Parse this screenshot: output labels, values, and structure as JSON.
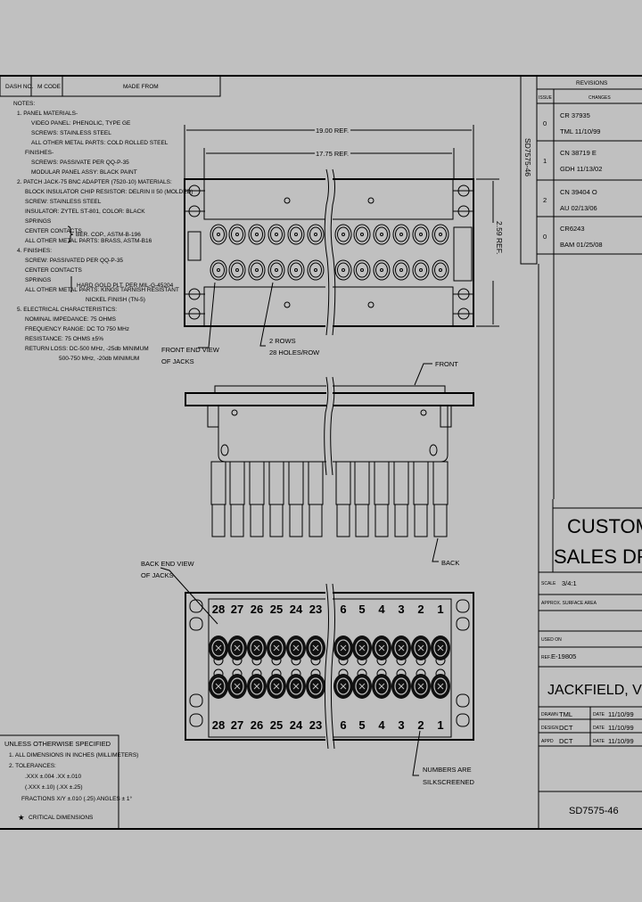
{
  "header": {
    "dash_no": "DASH NO.",
    "m_code": "M CODE",
    "made_from": "MADE FROM"
  },
  "notes": [
    {
      "text": "NOTES:",
      "indent": 0
    },
    {
      "text": "1. PANEL MATERIALS-",
      "indent": 1
    },
    {
      "text": "VIDEO PANEL: PHENOLIC, TYPE GE",
      "indent": 3
    },
    {
      "text": "SCREWS: STAINLESS STEEL",
      "indent": 3
    },
    {
      "text": "ALL OTHER METAL PARTS: COLD ROLLED STEEL",
      "indent": 3
    },
    {
      "text": "FINISHES-",
      "indent": 2
    },
    {
      "text": "SCREWS: PASSIVATE PER QQ-P-35",
      "indent": 3
    },
    {
      "text": "MODULAR PANEL ASSY: BLACK PAINT",
      "indent": 3
    },
    {
      "text": "2. PATCH JACK-75 BNC ADAPTER (7520-10) MATERIALS:",
      "indent": 1
    },
    {
      "text": "BLOCK INSULATOR CHIP RESISTOR: DELRIN II 50 (MOLDED)",
      "indent": 2
    },
    {
      "text": "SCREW: STAINLESS STEEL",
      "indent": 2
    },
    {
      "text": "INSULATOR: ZYTEL ST-801, COLOR: BLACK",
      "indent": 2
    },
    {
      "text": "SPRINGS",
      "indent": 2
    },
    {
      "text": "CENTER CONTACTS",
      "indent": 2
    },
    {
      "text": "ALL OTHER METAL PARTS: BRASS, ASTM-B16",
      "indent": 2
    },
    {
      "text": "4. FINISHES:",
      "indent": 1
    },
    {
      "text": "SCREW: PASSIVATED PER QQ-P-35",
      "indent": 2
    },
    {
      "text": "CENTER CONTACTS",
      "indent": 2
    },
    {
      "text": "SPRINGS",
      "indent": 2
    },
    {
      "text": "ALL OTHER METAL PARTS: KINGS TARNISH RESISTANT",
      "indent": 2
    },
    {
      "text": "NICKEL FINISH (TN-5)",
      "indent": 4
    },
    {
      "text": "5. ELECTRICAL CHARACTERISTICS:",
      "indent": 1
    },
    {
      "text": "NOMINAL IMPEDANCE: 75 OHMS",
      "indent": 2
    },
    {
      "text": "FREQUENCY RANGE: DC TO 750 MHz",
      "indent": 2
    },
    {
      "text": "RESISTANCE: 75 OHMS ±5%",
      "indent": 2
    },
    {
      "text": "RETURN LOSS: DC-500 MHz, -25db MINIMUM",
      "indent": 2
    },
    {
      "text": "500-750 MHz, -20db MINIMUM",
      "indent": 5
    }
  ],
  "note_braces": {
    "material_springs_contacts": "BER. COP., ASTM-B-196",
    "finish_springs_contacts": "HARD GOLD PLT. PER MIL-G-45204"
  },
  "tolerances": {
    "title": "UNLESS OTHERWISE SPECIFIED",
    "line1": "1.  ALL DIMENSIONS IN INCHES (MILLIMETERS)",
    "line2": "2.  TOLERANCES:",
    "line3": ".XXX ±.004      .XX ±.010",
    "line4": "(.XXX ±.10)   (.XX ±.25)",
    "line5": "FRACTIONS X/Y ±.010 (.25)      ANGLES ± 1°",
    "critical": "CRITICAL DIMENSIONS"
  },
  "drawing": {
    "dim_overall": "19.00 REF.",
    "dim_inner": "17.75 REF.",
    "dim_height": "2.59 REF.",
    "front_view_label": [
      "FRONT END VIEW",
      "OF JACKS"
    ],
    "rows_label": [
      "2 ROWS",
      "28 HOLES/ROW"
    ],
    "front_label": "FRONT",
    "back_label": "BACK",
    "back_view_label": [
      "BACK END VIEW",
      "OF JACKS"
    ],
    "silkscreen_label": [
      "NUMBERS ARE",
      "SILKSCREENED"
    ],
    "jack_numbers": [
      "28",
      "27",
      "26",
      "25",
      "24",
      "23",
      "6",
      "5",
      "4",
      "3",
      "2",
      "1"
    ]
  },
  "side_drawing_number": "SD7575-46",
  "revisions": {
    "title": "REVISIONS",
    "col_issue": "ISSUE",
    "col_changes": "CHANGES",
    "rows": [
      {
        "issue": "0",
        "change": "CR  37935",
        "by": "TML  11/10/99"
      },
      {
        "issue": "1",
        "change": "CN  38719  E",
        "by": "GDH  11/13/02"
      },
      {
        "issue": "2",
        "change": "CN  39404  O",
        "by": "AU   02/13/06"
      },
      {
        "issue": "0",
        "change": "CR6243",
        "by": "BAM  01/25/08"
      }
    ]
  },
  "title_block": {
    "customer_line1": "CUSTOMER",
    "customer_line2": "SALES DRAW",
    "scale_label": "SCALE",
    "scale": "3/4:1",
    "area_label": "APPROX. SURFACE AREA",
    "used_on_label": "USED ON",
    "ref_label": "REF.",
    "ref": "E-19805",
    "title": "JACKFIELD, VIDEO",
    "drawn_label": "DRAWN",
    "drawn": "TML",
    "drawn_date_label": "DATE",
    "drawn_date": "11/10/99",
    "design_label": "DESIGN",
    "design": "DCT",
    "design_date_label": "DATE",
    "design_date": "11/10/99",
    "appd_label": "APPD",
    "appd": "DCT",
    "appd_date_label": "DATE",
    "appd_date": "11/10/99",
    "drawing_number": "SD7575-46"
  }
}
